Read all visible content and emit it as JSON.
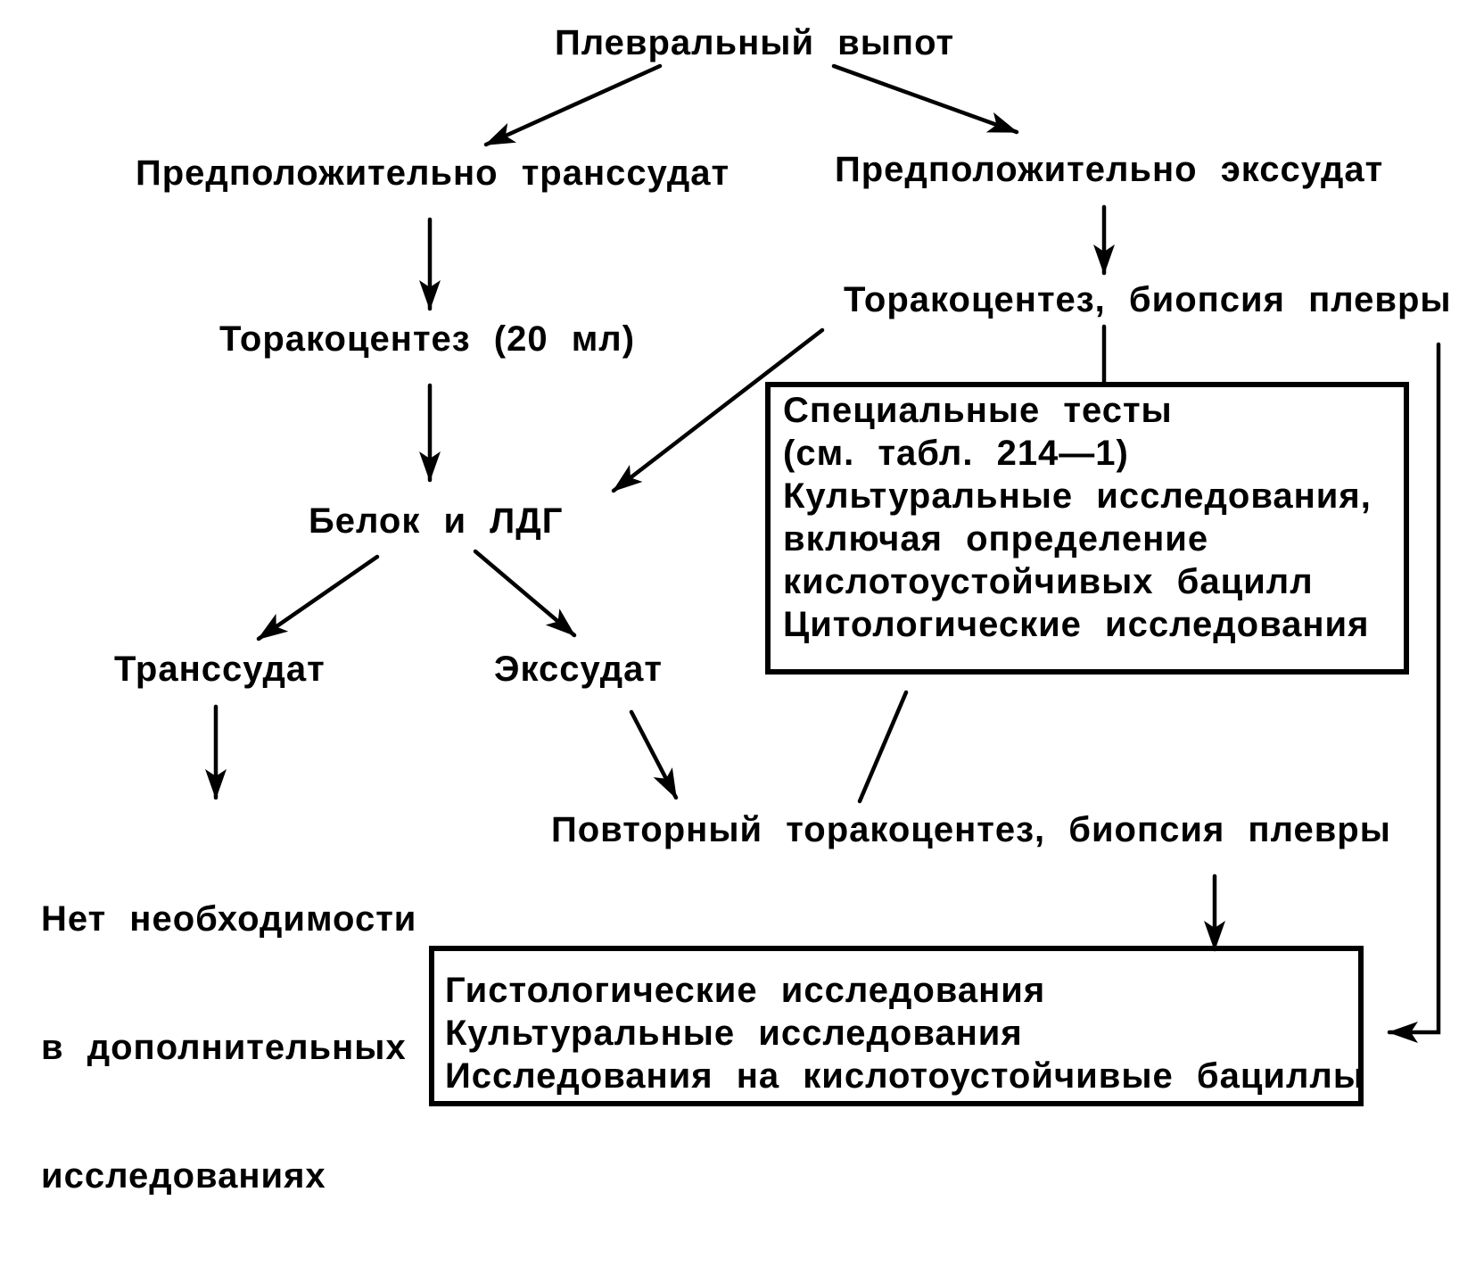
{
  "nodes": {
    "root": "Плевральный выпот",
    "presumed_transudate": "Предположительно транссудат",
    "presumed_exudate": "Предположительно экссудат",
    "thoracentesis_20ml": "Торакоцентез (20 мл)",
    "thoracentesis_biopsy": "Торакоцентез, биопсия плевры",
    "protein_ldh": "Белок и ЛДГ",
    "transudate": "Транссудат",
    "exudate": "Экссудат",
    "no_need": [
      "Нет необходимости",
      "в дополнительных",
      "исследованиях"
    ],
    "repeat_thoracentesis": "Повторный торакоцентез, биопсия плевры",
    "special_tests_box": [
      "Специальные тесты",
      "(см. табл. 214—1)",
      "Культуральные исследования,",
      "включая определение",
      "кислотоустойчивых бацилл",
      "Цитологические исследования"
    ],
    "histology_box": [
      "Гистологические исследования",
      "Культуральные исследования",
      "Исследования на кислотоустойчивые бациллы"
    ]
  }
}
